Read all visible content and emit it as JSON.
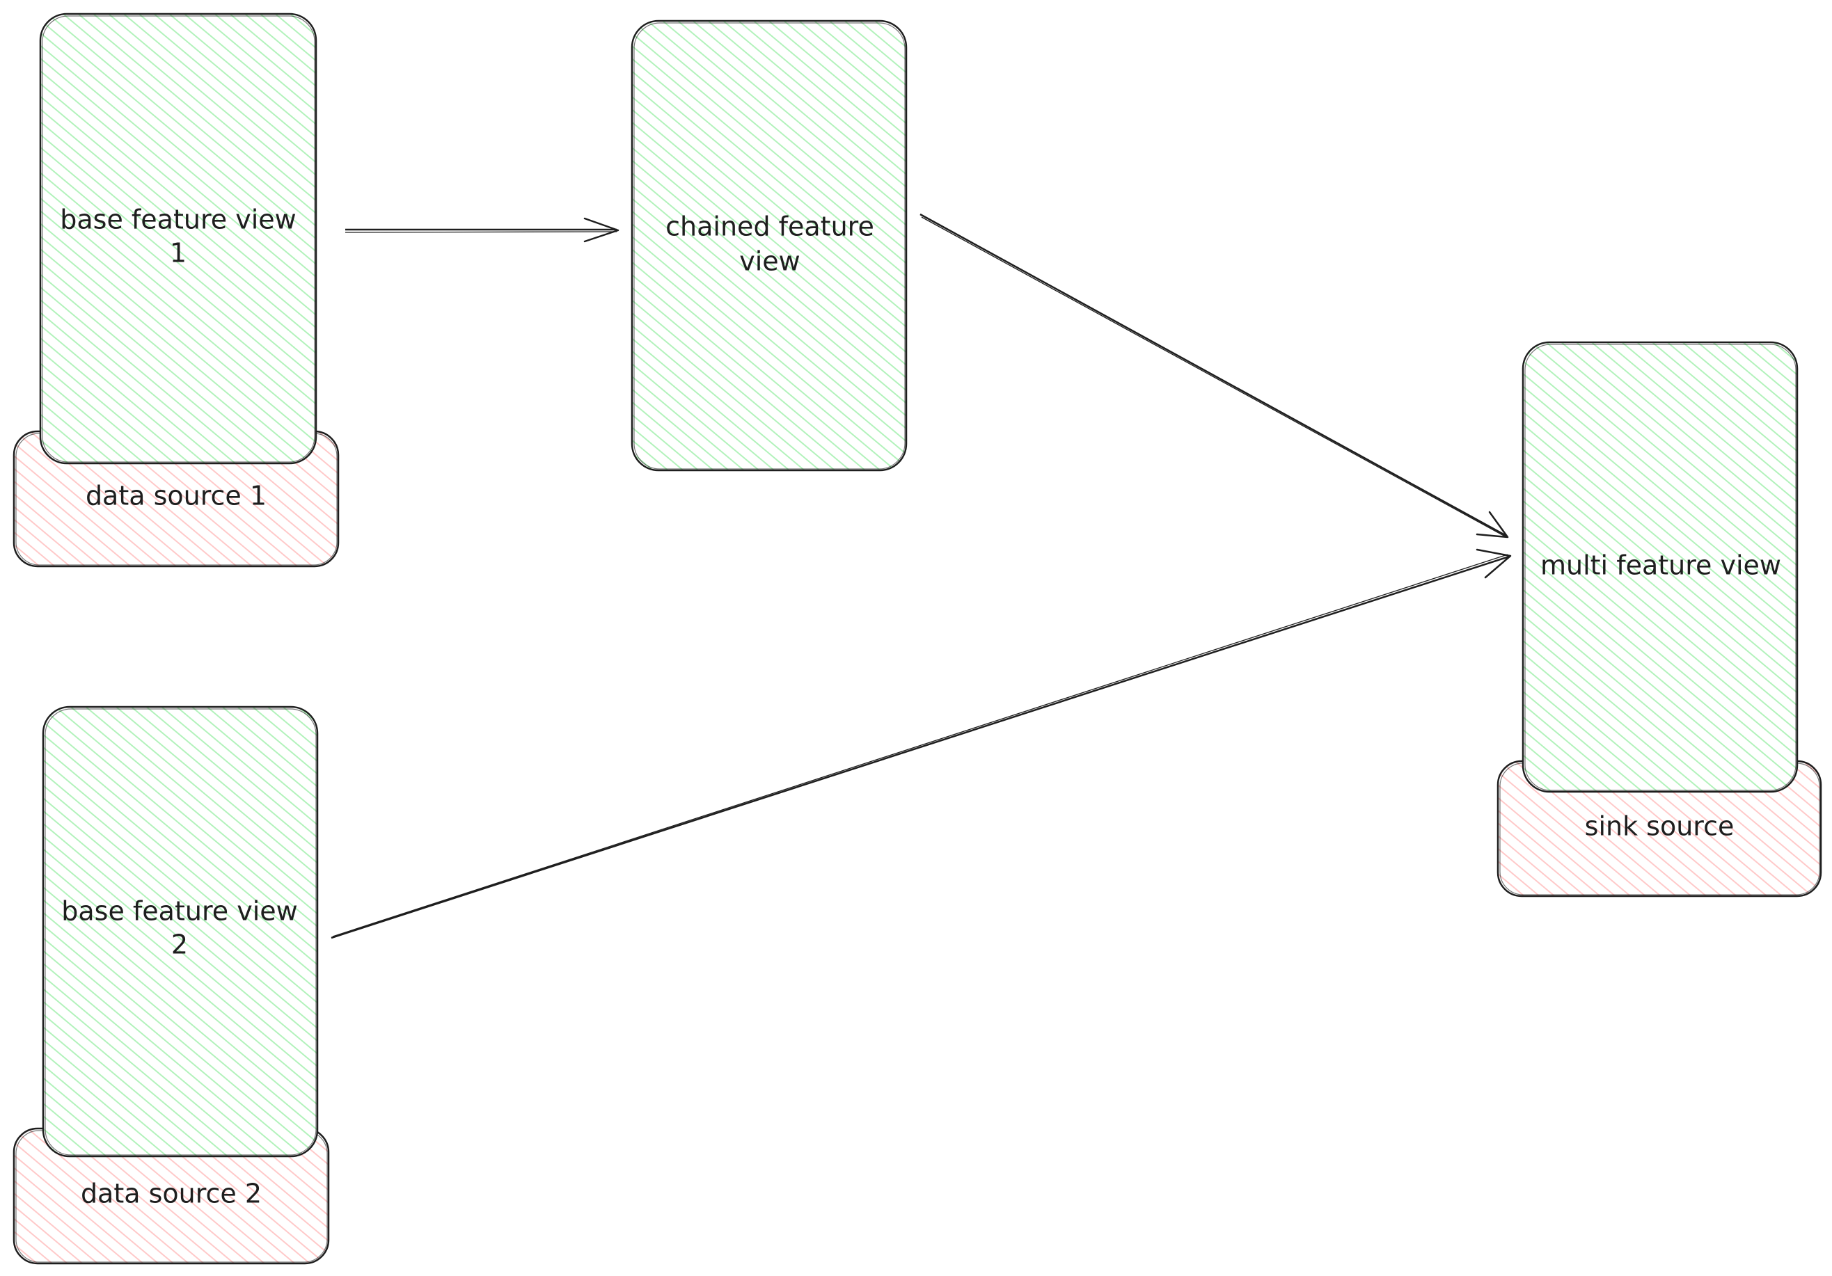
{
  "colors": {
    "view_fill": "#b2f2bb",
    "source_fill": "#ffc9c9",
    "stroke": "#1e1e1e",
    "text": "#1e1e1e"
  },
  "nodes": {
    "base_view_1": {
      "lines": [
        "base feature view",
        "1"
      ]
    },
    "data_source_1": {
      "lines": [
        "data source 1"
      ]
    },
    "chained_view": {
      "lines": [
        "chained feature",
        "view"
      ]
    },
    "multi_view": {
      "lines": [
        "multi feature view"
      ]
    },
    "sink_source": {
      "lines": [
        "sink source"
      ]
    },
    "base_view_2": {
      "lines": [
        "base feature view",
        "2"
      ]
    },
    "data_source_2": {
      "lines": [
        "data source 2"
      ]
    }
  },
  "edges": [
    {
      "from": "base_view_1",
      "to": "chained_view"
    },
    {
      "from": "chained_view",
      "to": "multi_view"
    },
    {
      "from": "base_view_2",
      "to": "multi_view"
    }
  ]
}
